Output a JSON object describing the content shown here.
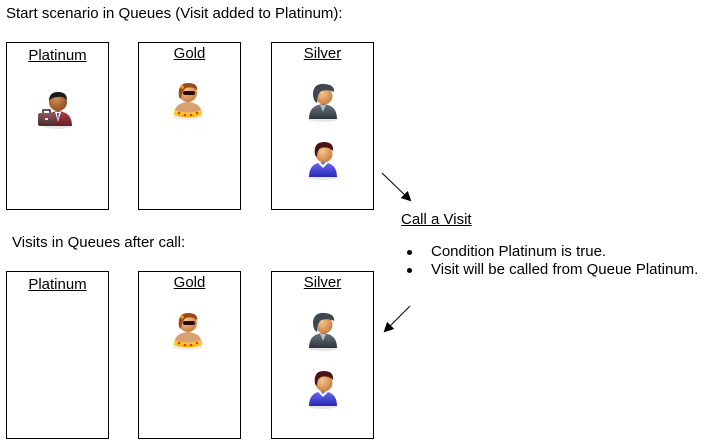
{
  "captions": {
    "start": "Start scenario in Queues (Visit added to Platinum):",
    "after": "Visits in Queues after call:"
  },
  "before": {
    "queues": [
      {
        "name": "Platinum",
        "visits": [
          "businessman"
        ]
      },
      {
        "name": "Gold",
        "visits": [
          "woman-sunglasses"
        ]
      },
      {
        "name": "Silver",
        "visits": [
          "woman-dark-coat",
          "person-blue-shirt"
        ]
      }
    ]
  },
  "after": {
    "queues": [
      {
        "name": "Platinum",
        "visits": []
      },
      {
        "name": "Gold",
        "visits": [
          "woman-sunglasses"
        ]
      },
      {
        "name": "Silver",
        "visits": [
          "woman-dark-coat",
          "person-blue-shirt"
        ]
      }
    ]
  },
  "call": {
    "title": "Call a Visit",
    "bullets": [
      "Condition Platinum is true.",
      "Visit will be called from Queue Platinum."
    ]
  },
  "icons": {
    "arrow_in": "arrow-down-right-icon",
    "arrow_out": "arrow-down-left-icon"
  }
}
